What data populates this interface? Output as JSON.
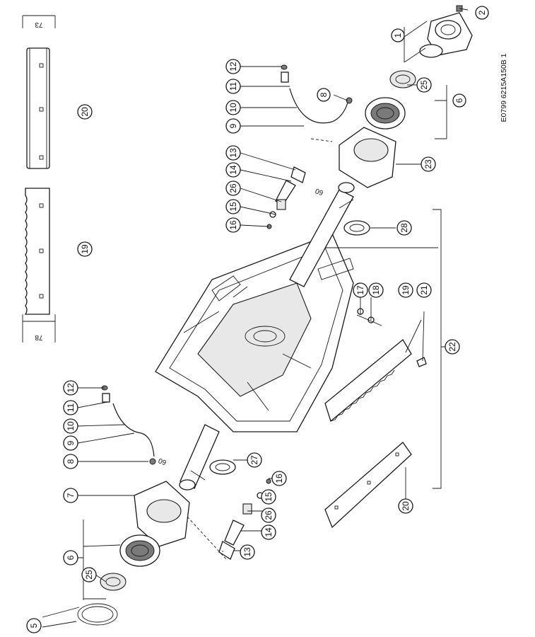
{
  "drawing_code": "E0799 6215A150B 1",
  "dimensions": {
    "top_strip": "73",
    "bottom_strip": "78"
  },
  "angle_label": "60",
  "callouts": {
    "c1": "1",
    "c2": "2",
    "c5": "5",
    "c6": "6",
    "c7": "7",
    "c8": "8",
    "c9": "9",
    "c10": "10",
    "c11": "11",
    "c12": "12",
    "c13": "13",
    "c14": "14",
    "c15": "15",
    "c16": "16",
    "c17": "17",
    "c18": "18",
    "c19": "19",
    "c20": "20",
    "c21": "21",
    "c22": "22",
    "c23": "23",
    "c25": "25",
    "c26": "26",
    "c27": "27",
    "c28": "28"
  }
}
